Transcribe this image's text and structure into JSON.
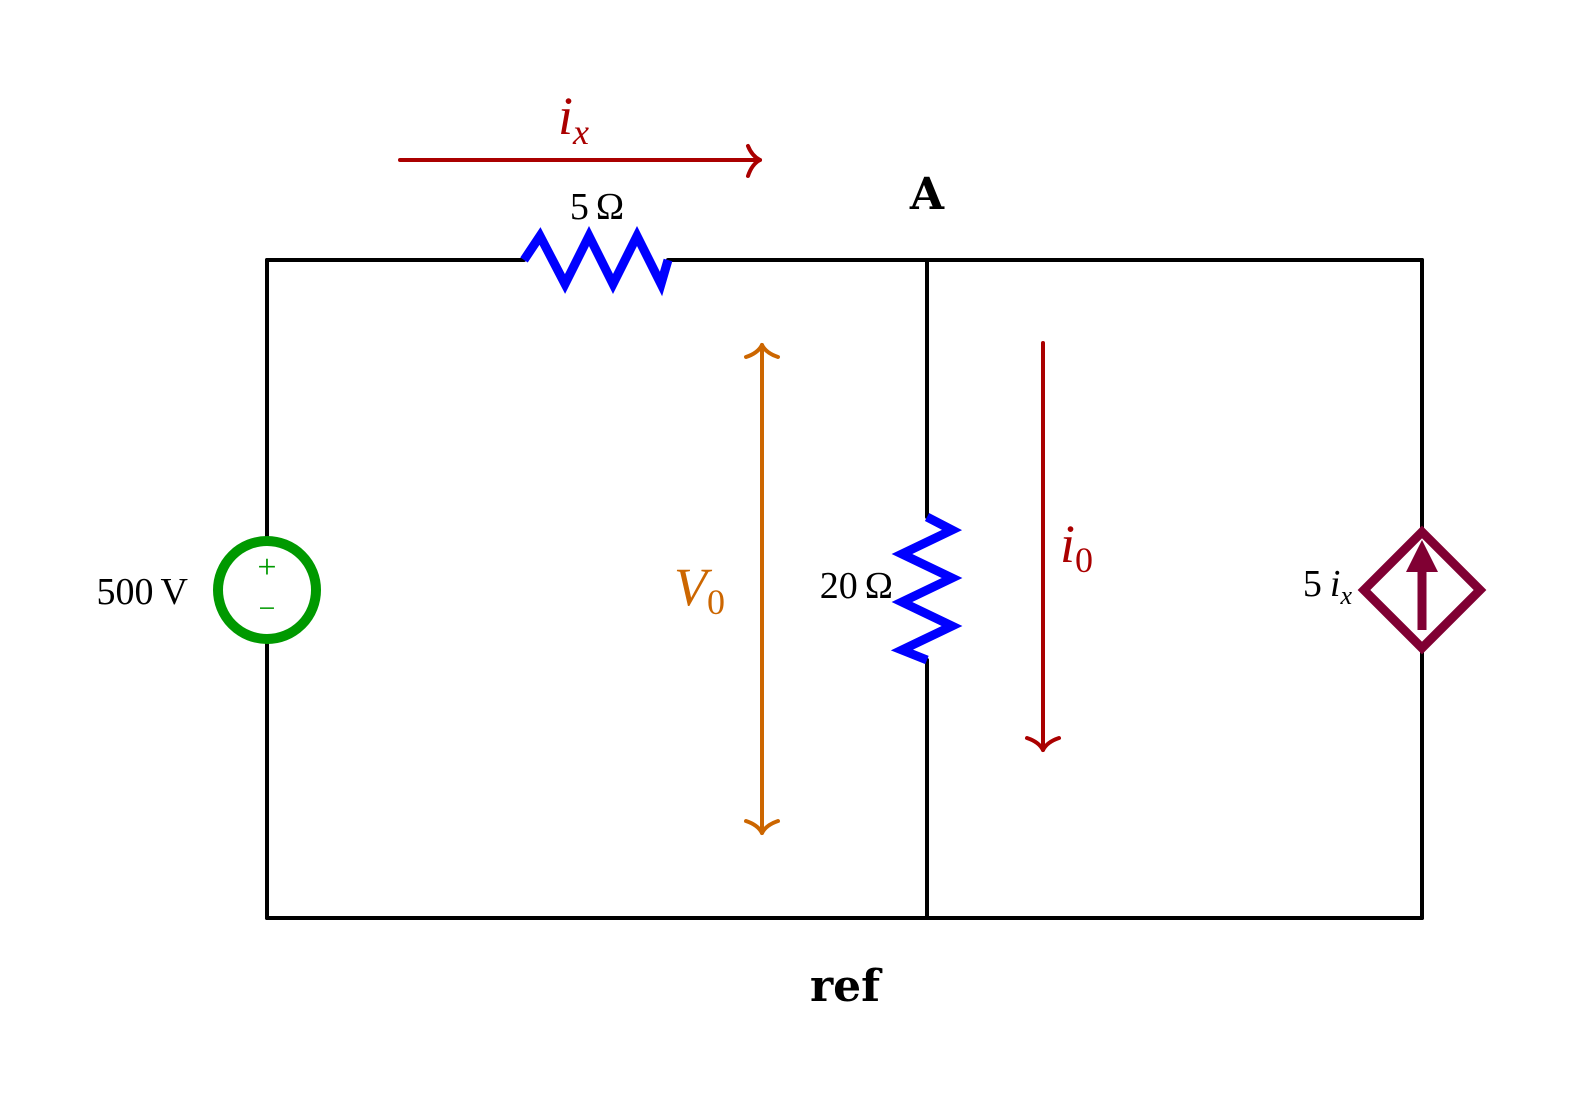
{
  "diagram": {
    "nodes": {
      "node_a": "A",
      "reference": "ref"
    },
    "components": {
      "voltage_source": {
        "value": "500",
        "unit": "V",
        "plus": "+",
        "minus": "−"
      },
      "resistor_series": {
        "value": "5",
        "unit": "Ω"
      },
      "resistor_shunt": {
        "value": "20",
        "unit": "Ω"
      },
      "dependent_source": {
        "gain": "5",
        "symbol": "i",
        "subscript": "x"
      }
    },
    "annotations": {
      "current_ix": {
        "symbol": "i",
        "subscript": "x"
      },
      "current_i0": {
        "symbol": "i",
        "subscript": "0"
      },
      "voltage_v0": {
        "symbol": "V",
        "subscript": "0"
      }
    },
    "colors": {
      "wire": "#000000",
      "resistor": "#0000ff",
      "voltage_source": "#009900",
      "dependent_source": "#800033",
      "current_arrow": "#aa0000",
      "voltage_arrow": "#cc6600"
    }
  }
}
